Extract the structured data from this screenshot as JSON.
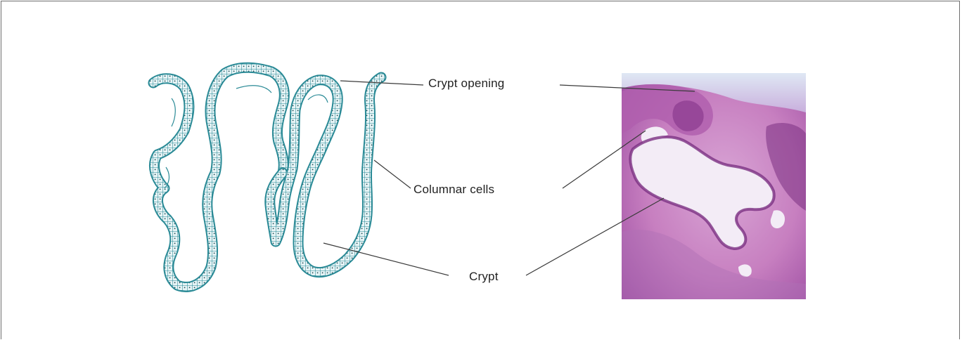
{
  "figure": {
    "labels": {
      "crypt_opening": "Crypt opening",
      "columnar_cells": "Columnar cells",
      "crypt": "Crypt"
    },
    "colors": {
      "line_drawing": "#2a8a96",
      "cell_ink": "#1f4a52",
      "leader_line": "#3a3a3a",
      "stain_pink": "#c77fc0",
      "stain_purple": "#8a3a8f",
      "lumen": "#f3ecf6",
      "background": "#ffffff"
    },
    "icons": {
      "drawing": "gland-diagram-icon",
      "photo": "histology-micrograph-icon"
    }
  }
}
